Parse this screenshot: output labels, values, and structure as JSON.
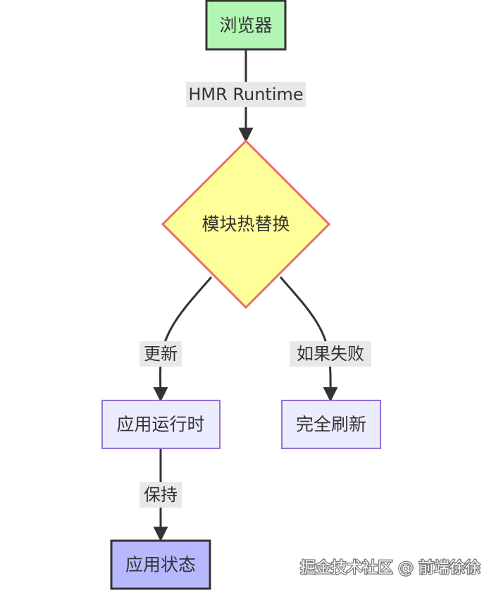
{
  "nodes": {
    "browser": {
      "label": "浏览器",
      "fill": "#b3f5b3",
      "stroke": "#333333"
    },
    "hmr": {
      "label": "模块热替换",
      "fill": "#ffff99",
      "stroke": "#ee6b6b"
    },
    "app_runtime": {
      "label": "应用运行时",
      "fill": "#ececff",
      "stroke": "#9370db"
    },
    "full_refresh": {
      "label": "完全刷新",
      "fill": "#ececff",
      "stroke": "#9370db"
    },
    "app_state": {
      "label": "应用状态",
      "fill": "#b8b8ff",
      "stroke": "#333333"
    }
  },
  "edges": {
    "browser_to_hmr": {
      "label": "HMR Runtime"
    },
    "hmr_to_runtime": {
      "label": "更新"
    },
    "hmr_to_refresh": {
      "label": "如果失败"
    },
    "runtime_to_state": {
      "label": "保持"
    }
  },
  "watermark": "掘金技术社区 @ 前端徐徐"
}
